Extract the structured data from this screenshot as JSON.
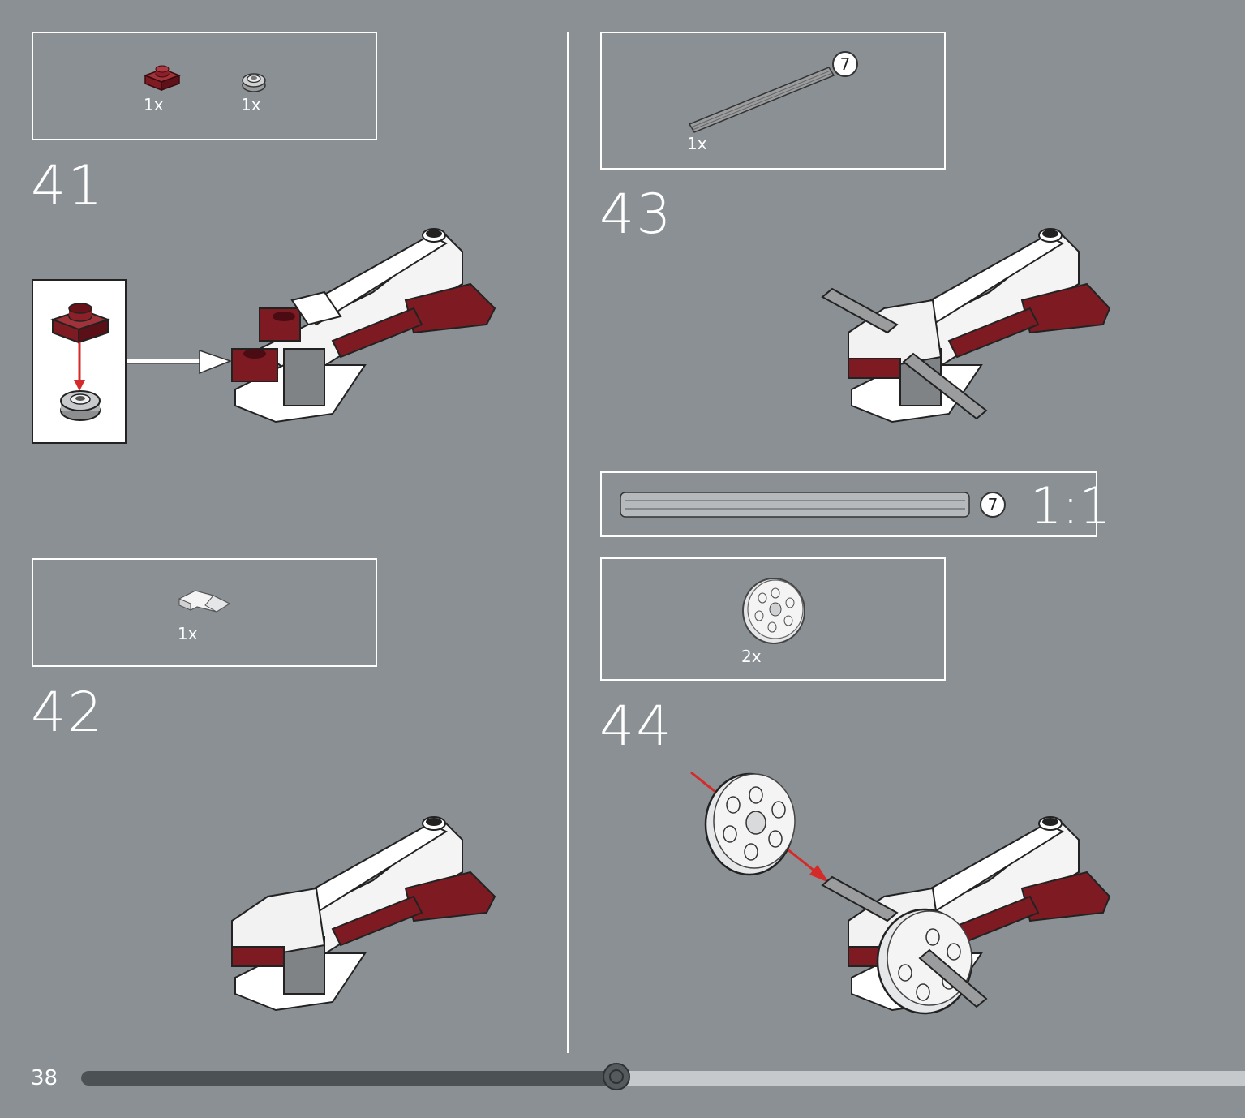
{
  "page": {
    "number": "38",
    "progress_fraction": 0.46
  },
  "colors": {
    "background": "#8a9094",
    "dark_red": "#7d1a22",
    "white": "#ffffff",
    "light_gray": "#c8cbcc",
    "dark_gray": "#4c5154"
  },
  "steps": [
    {
      "number": "41",
      "parts": [
        {
          "icon": "dark-red-plate-1x1-icon",
          "qty": "1x"
        },
        {
          "icon": "gray-round-plate-icon",
          "qty": "1x"
        }
      ]
    },
    {
      "number": "42",
      "parts": [
        {
          "icon": "white-wedge-slope-icon",
          "qty": "1x"
        }
      ]
    },
    {
      "number": "43",
      "parts": [
        {
          "icon": "gray-axle-7-icon",
          "qty": "1x",
          "badge": "7"
        }
      ]
    },
    {
      "number": "44",
      "parts": [
        {
          "icon": "white-wheel-icon",
          "qty": "2x"
        }
      ]
    }
  ],
  "scale_box": {
    "badge": "7",
    "label": "1:1",
    "icon": "axle-length-ruler-icon"
  }
}
